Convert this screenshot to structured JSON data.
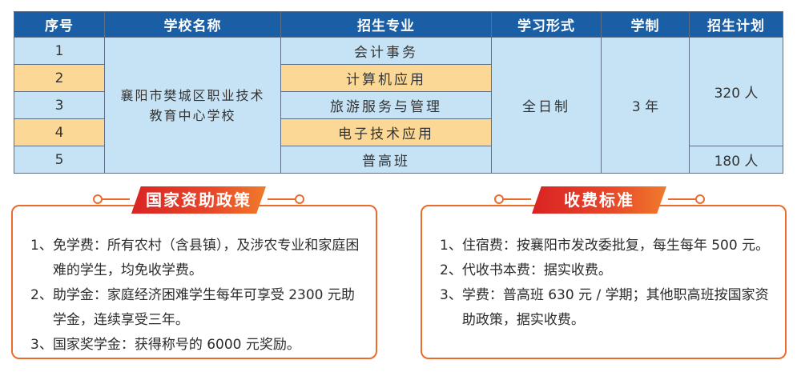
{
  "table": {
    "headers": [
      "序号",
      "学校名称",
      "招生专业",
      "学习形式",
      "学制",
      "招生计划"
    ],
    "rows": [
      {
        "no": "1",
        "major": "会计事务"
      },
      {
        "no": "2",
        "major": "计算机应用"
      },
      {
        "no": "3",
        "major": "旅游服务与管理"
      },
      {
        "no": "4",
        "major": "电子技术应用"
      },
      {
        "no": "5",
        "major": "普高班"
      }
    ],
    "school_line1": "襄阳市樊城区职业技术",
    "school_line2": "教育中心学校",
    "study_form": "全日制",
    "duration": "3 年",
    "plan_vocational": "320 人",
    "plan_general": "180 人"
  },
  "policy": {
    "title": "国家资助政策",
    "items": [
      {
        "num": "1、",
        "text": "免学费：所有农村（含县镇），及涉农专业和家庭困难的学生，均免收学费。"
      },
      {
        "num": "2、",
        "text": "助学金：家庭经济困难学生每年可享受 2300 元助学金，连续享受三年。"
      },
      {
        "num": "3、",
        "text": "国家奖学金：获得称号的 6000 元奖励。"
      }
    ]
  },
  "fees": {
    "title": "收费标准",
    "items": [
      {
        "num": "1、",
        "text": "住宿费：按襄阳市发改委批复，每生每年 500 元。"
      },
      {
        "num": "2、",
        "text": "代收书本费：据实收费。"
      },
      {
        "num": "3、",
        "text": "学费：普高班 630 元 / 学期；其他职高班按国家资助政策，据实收费。"
      }
    ]
  },
  "colors": {
    "header_blue": "#1a5ea6",
    "row_light_blue": "#c6e3f5",
    "row_orange": "#fcd896",
    "accent_orange": "#ea6b2c",
    "banner_red": "#d92323"
  }
}
